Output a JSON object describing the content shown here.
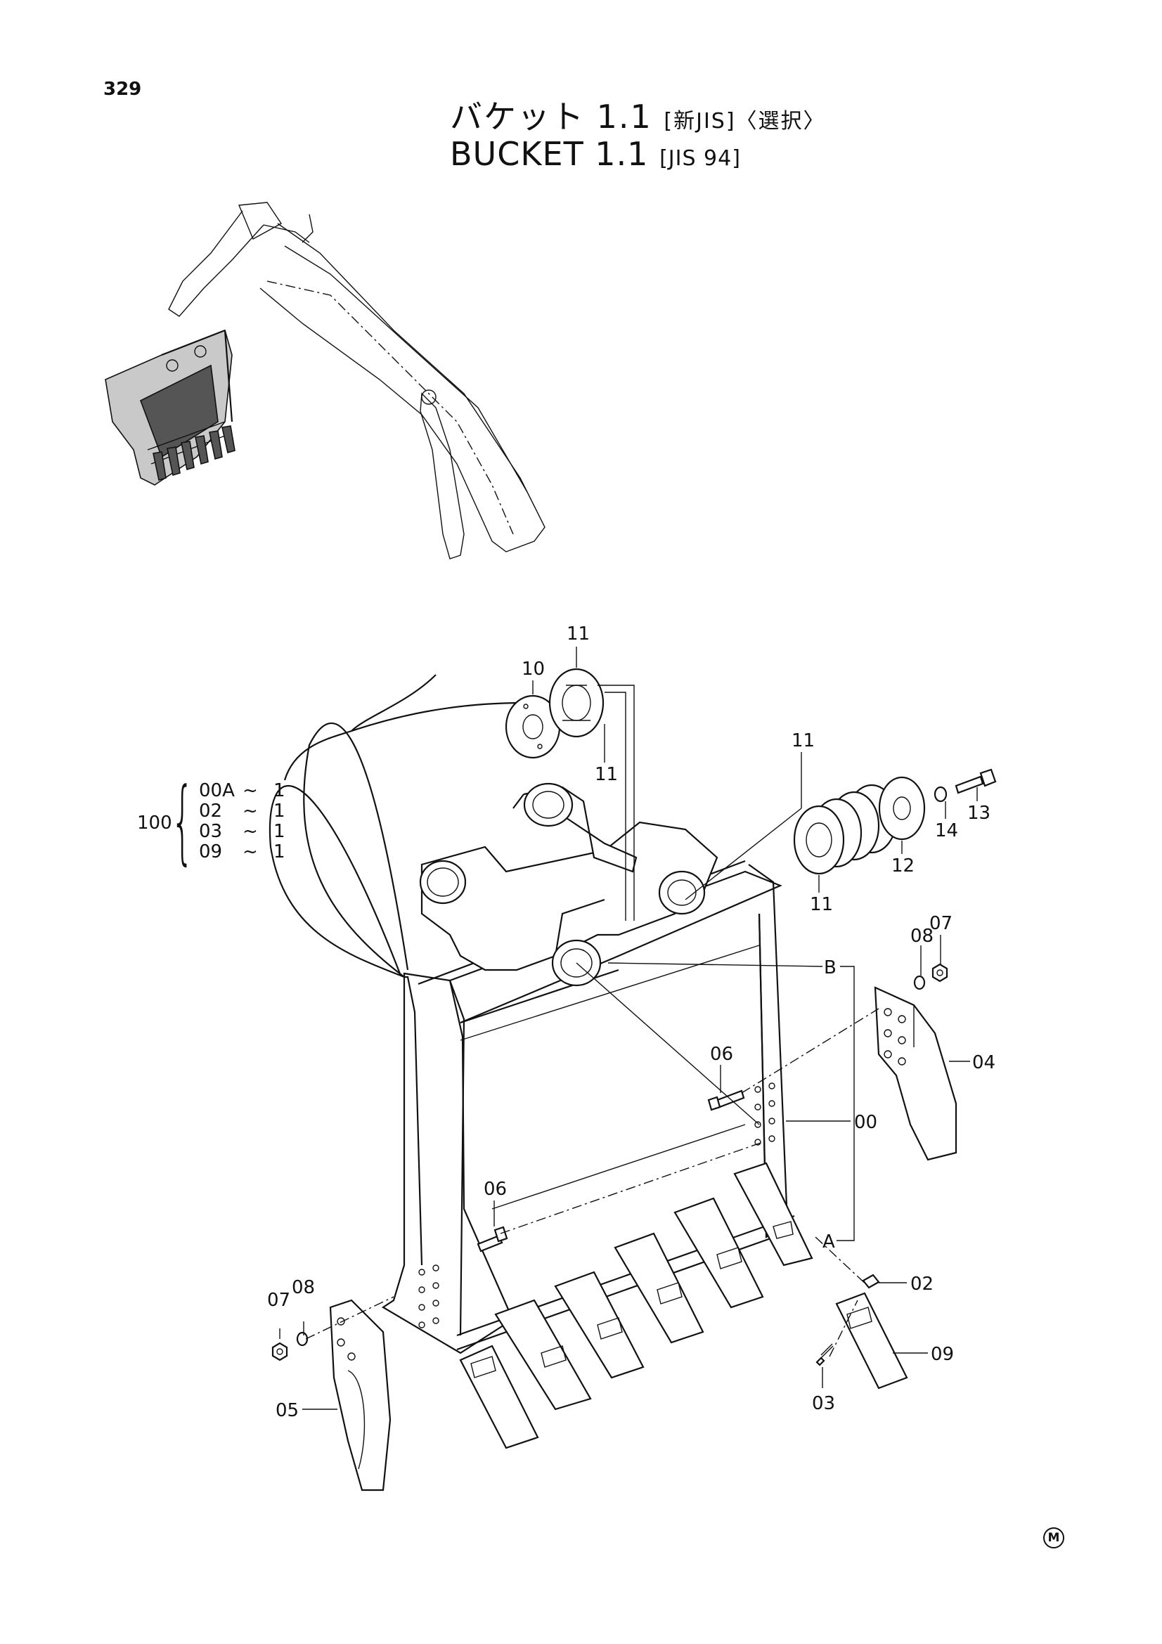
{
  "page_number": "329",
  "title": {
    "jp_main": "バケット 1.1",
    "jp_spec": "[新JIS]〈選択〉",
    "en_main": "BUCKET  1.1",
    "en_spec": "[JIS 94]"
  },
  "kit": {
    "number": "100",
    "rows": [
      {
        "code": "00A",
        "tilde": "~",
        "qty": "1"
      },
      {
        "code": "02",
        "tilde": "~",
        "qty": "1"
      },
      {
        "code": "03",
        "tilde": "~",
        "qty": "1"
      },
      {
        "code": "09",
        "tilde": "~",
        "qty": "1"
      }
    ]
  },
  "callouts": {
    "c11_top": "11",
    "c10": "10",
    "c11_mid": "11",
    "c11_right_top": "11",
    "c11_right_bottom": "11",
    "c12": "12",
    "c13": "13",
    "c14": "14",
    "c08_right": "08",
    "c07_right": "07",
    "cB": "B",
    "c04": "04",
    "c06_right": "06",
    "c00": "00",
    "c06_left": "06",
    "cA": "A",
    "c02": "02",
    "c09": "09",
    "c03": "03",
    "c07_left": "07",
    "c08_left": "08",
    "c05": "05"
  },
  "corner_mark": "M"
}
